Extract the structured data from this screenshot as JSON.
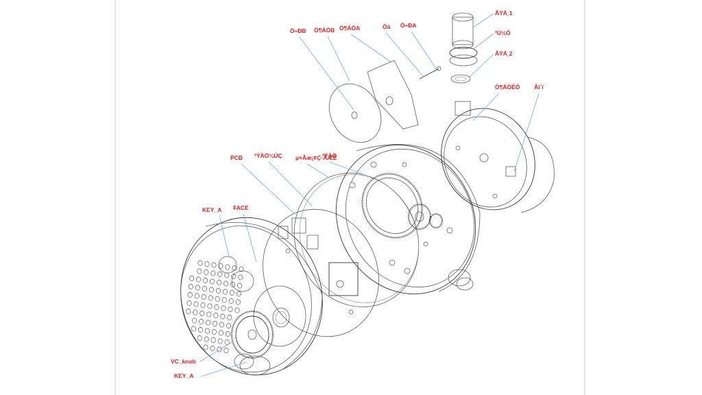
{
  "labels": [
    {
      "id": "screw-b",
      "text": "Ö÷ÐB"
    },
    {
      "id": "plate-b",
      "text": "Ö¶ÁÖB"
    },
    {
      "id": "plate-a",
      "text": "Ö¶ÁÖA"
    },
    {
      "id": "shaft",
      "text": "Öá"
    },
    {
      "id": "screw-a",
      "text": "Ö÷ÐA"
    },
    {
      "id": "nut-1",
      "text": "ÂÝÄ¸1"
    },
    {
      "id": "gasket",
      "text": "³Ü½Ó"
    },
    {
      "id": "nut-2",
      "text": "ÂÝÄ¸2"
    },
    {
      "id": "shell-rear",
      "text": "Ö¶ÁÖÉÓ"
    },
    {
      "id": "sensor",
      "text": "Âí´ï"
    },
    {
      "id": "pcb",
      "text": "PCB"
    },
    {
      "id": "pcb-holder",
      "text": "²ÝÀÖ¼ÜÇ"
    },
    {
      "id": "gear-shell",
      "text": "µ×Âæ¡¢Ç·ÃÆÈ"
    },
    {
      "id": "gear-label",
      "text": "²ÝÀÖ"
    },
    {
      "id": "key-a-top",
      "text": "KEY_A"
    },
    {
      "id": "face",
      "text": "FACE"
    },
    {
      "id": "vc-knob",
      "text": "VC_knob"
    },
    {
      "id": "key-a-bottom",
      "text": "KEY_A"
    }
  ]
}
